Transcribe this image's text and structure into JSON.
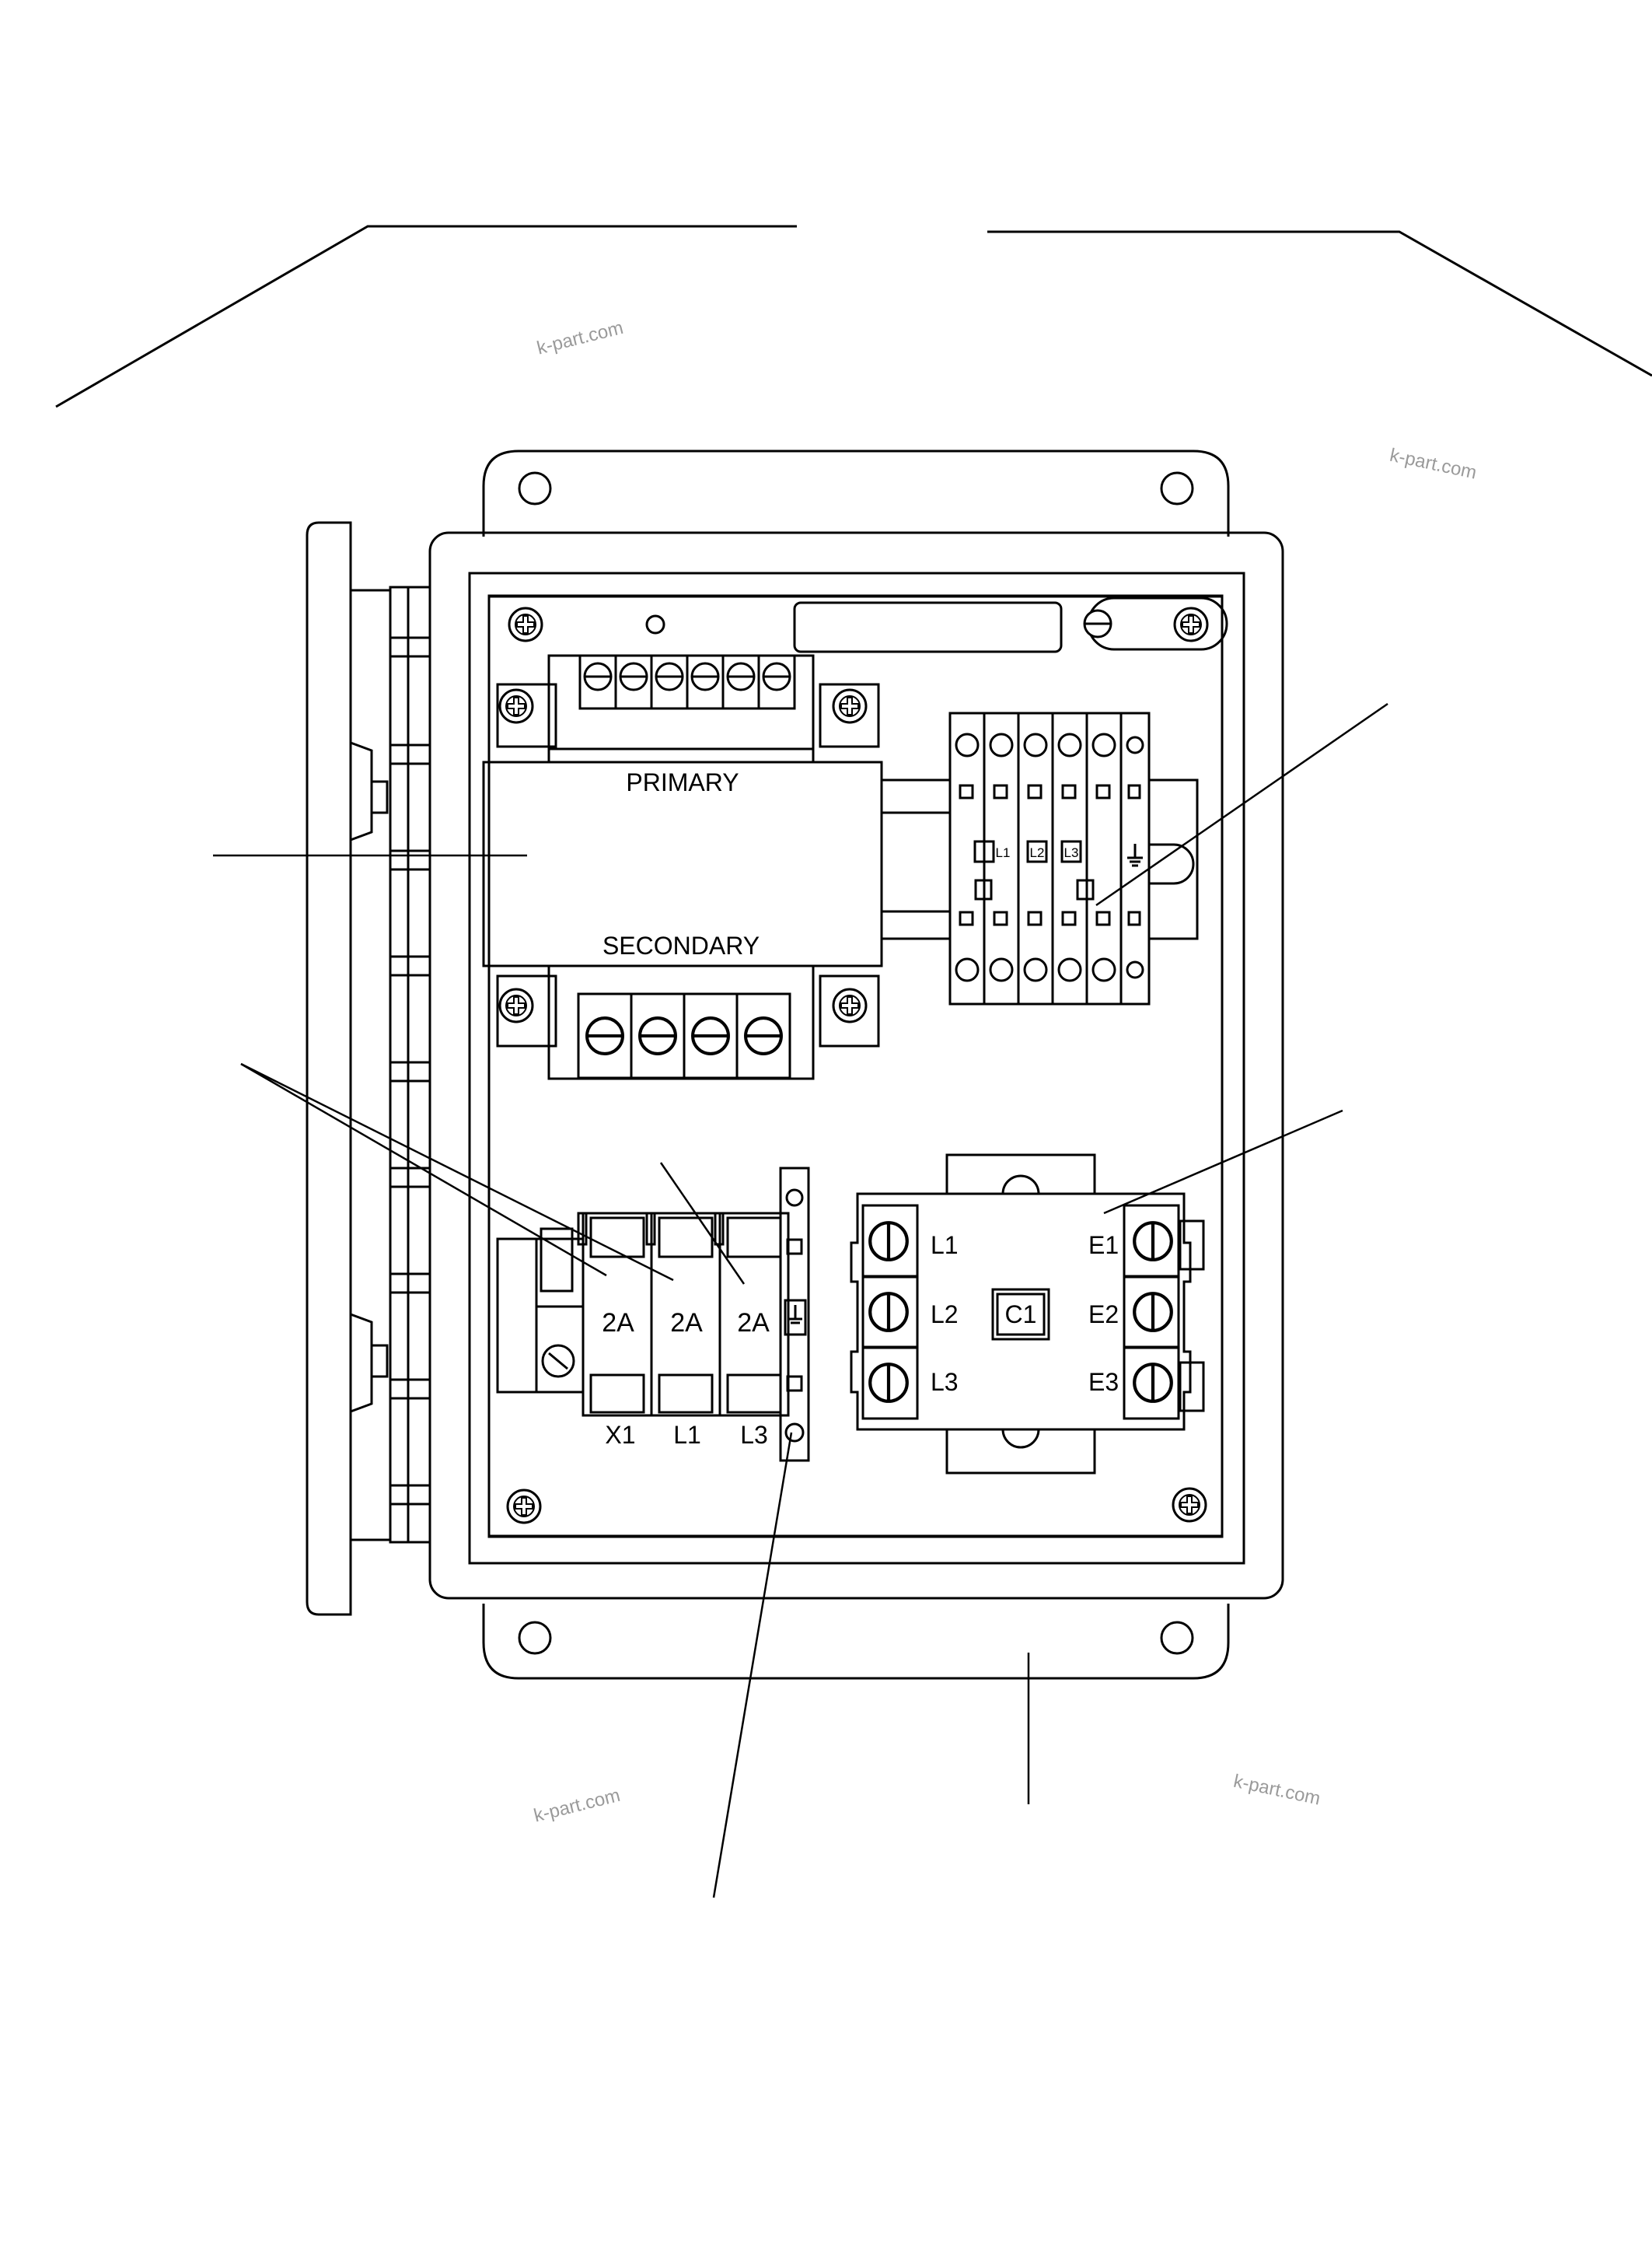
{
  "diagram": {
    "watermark": "k-part.com",
    "transformer": {
      "primary_label": "PRIMARY",
      "secondary_label": "SECONDARY"
    },
    "terminal_block": {
      "labels": [
        "L1",
        "L2",
        "L3"
      ]
    },
    "fuse_holder": {
      "fuse_labels": [
        "2A",
        "2A",
        "2A"
      ],
      "terminal_labels": [
        "X1",
        "L1",
        "L3"
      ]
    },
    "contactor": {
      "line_labels": [
        "L1",
        "L2",
        "L3"
      ],
      "load_labels": [
        "E1",
        "E2",
        "E3"
      ],
      "coil_label": "C1"
    }
  }
}
